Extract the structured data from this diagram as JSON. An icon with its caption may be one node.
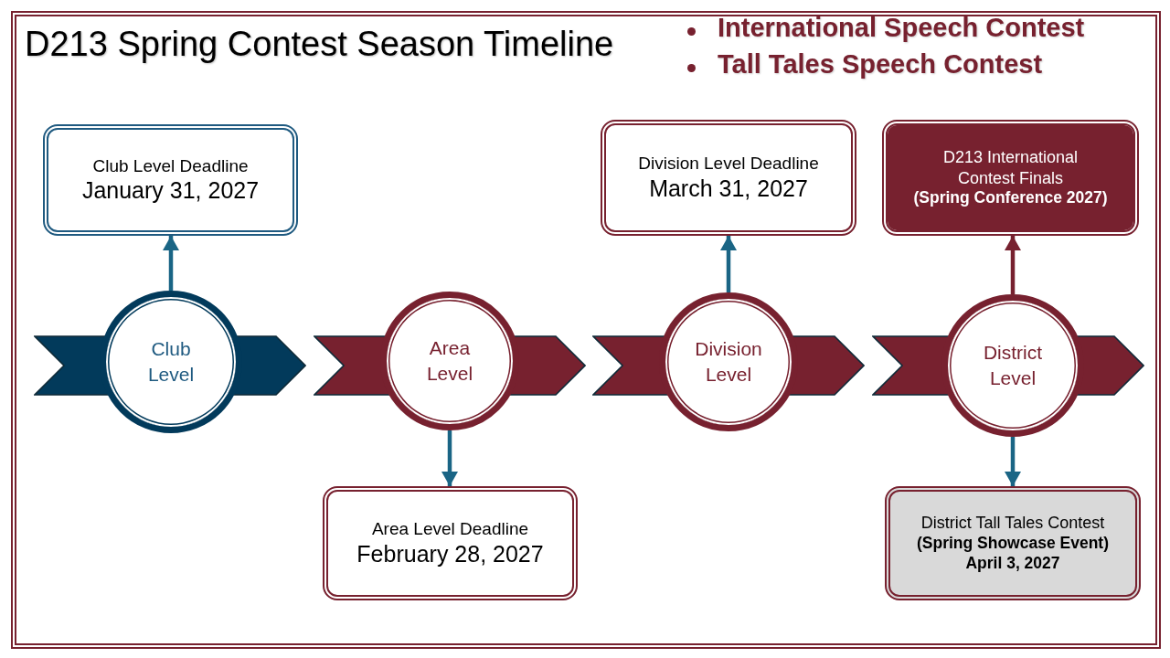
{
  "diagram": {
    "title": "D213 Spring Contest Season Timeline",
    "nodes": [
      {
        "text": [
          "Club Level Deadline",
          "January 31, 2027"
        ]
      },
      {
        "text": [
          "Club Level"
        ]
      },
      {
        "text": [
          "Area Level"
        ]
      },
      {
        "text": [
          "Area Level Deadline",
          "February 28, 2027"
        ]
      },
      {
        "text": [
          "Division Level Deadline",
          "March 31, 2027"
        ]
      },
      {
        "text": [
          "Division Level"
        ]
      },
      {
        "text": [
          "D213 International Contest Finals",
          "(Spring Conference 2027)"
        ]
      },
      {
        "text": [
          "District Level"
        ]
      },
      {
        "text": [
          "District Tall Tales Contest",
          "(Spring Showcase Event)",
          "April 3, 2027"
        ]
      }
    ],
    "edges": [
      {
        "from": 1,
        "to": 0,
        "arrow": "to"
      },
      {
        "from": 2,
        "to": 3,
        "arrow": "to"
      },
      {
        "from": 5,
        "to": 4,
        "arrow": "to"
      },
      {
        "from": 7,
        "to": 6,
        "arrow": "to",
        "color": "#77212f"
      },
      {
        "from": 7,
        "to": 8,
        "arrow": "to"
      }
    ],
    "labels": [
      "International Speech Contest",
      "Tall Tales Speech Contest"
    ]
  }
}
